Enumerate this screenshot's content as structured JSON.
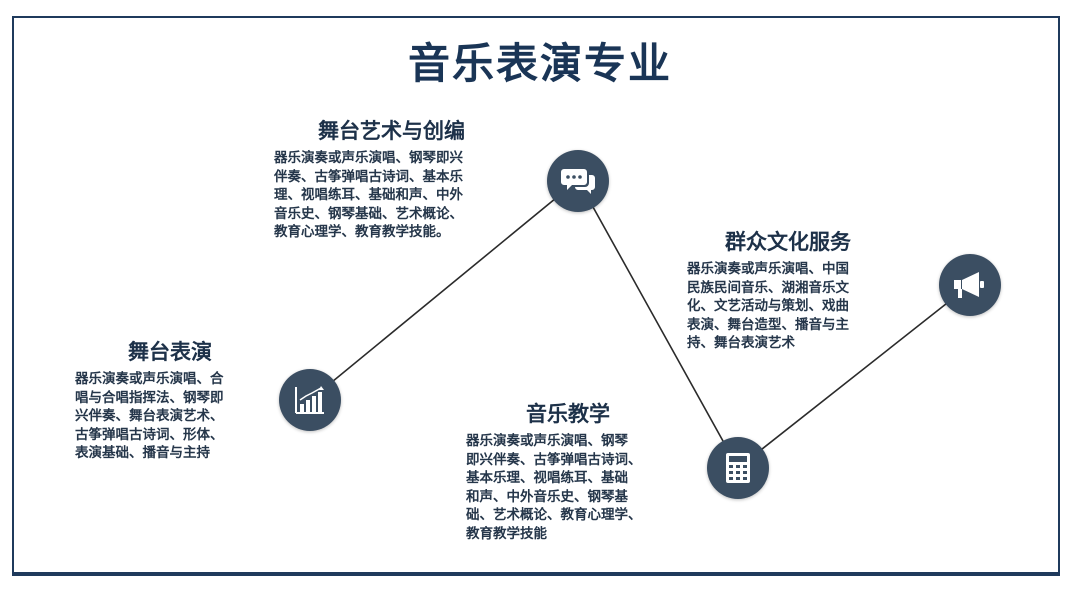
{
  "title": "音乐表演专业",
  "colors": {
    "node": "#3b4e62",
    "title": "#1a3556",
    "frame": "#1f3a5c"
  },
  "sections": [
    {
      "title": "舞台表演",
      "icon": "bar-chart-icon",
      "lines": [
        "器乐演奏或声乐演唱、合",
        "唱与合唱指挥法、钢琴即",
        "兴伴奏、舞台表演艺术、",
        "古筝弹唱古诗词、形体、",
        "表演基础、播音与主持"
      ]
    },
    {
      "title": "舞台艺术与创编",
      "icon": "chat-bubbles-icon",
      "lines": [
        "器乐演奏或声乐演唱、钢琴即兴",
        "伴奏、古筝弹唱古诗词、基本乐",
        "理、视唱练耳、基础和声、中外",
        "音乐史、钢琴基础、艺术概论、",
        "教育心理学、教育教学技能。"
      ]
    },
    {
      "title": "音乐教学",
      "icon": "calculator-icon",
      "lines": [
        "器乐演奏或声乐演唱、钢琴",
        "即兴伴奏、古筝弹唱古诗词、",
        "基本乐理、视唱练耳、基础",
        "和声、中外音乐史、钢琴基",
        "础、艺术概论、教育心理学、",
        "教育教学技能"
      ]
    },
    {
      "title": "群众文化服务",
      "icon": "megaphone-icon",
      "lines": [
        "器乐演奏或声乐演唱、中国",
        "民族民间音乐、湖湘音乐文",
        "化、文艺活动与策划、戏曲",
        "表演、舞台造型、播音与主",
        "持、舞台表演艺术"
      ]
    }
  ]
}
